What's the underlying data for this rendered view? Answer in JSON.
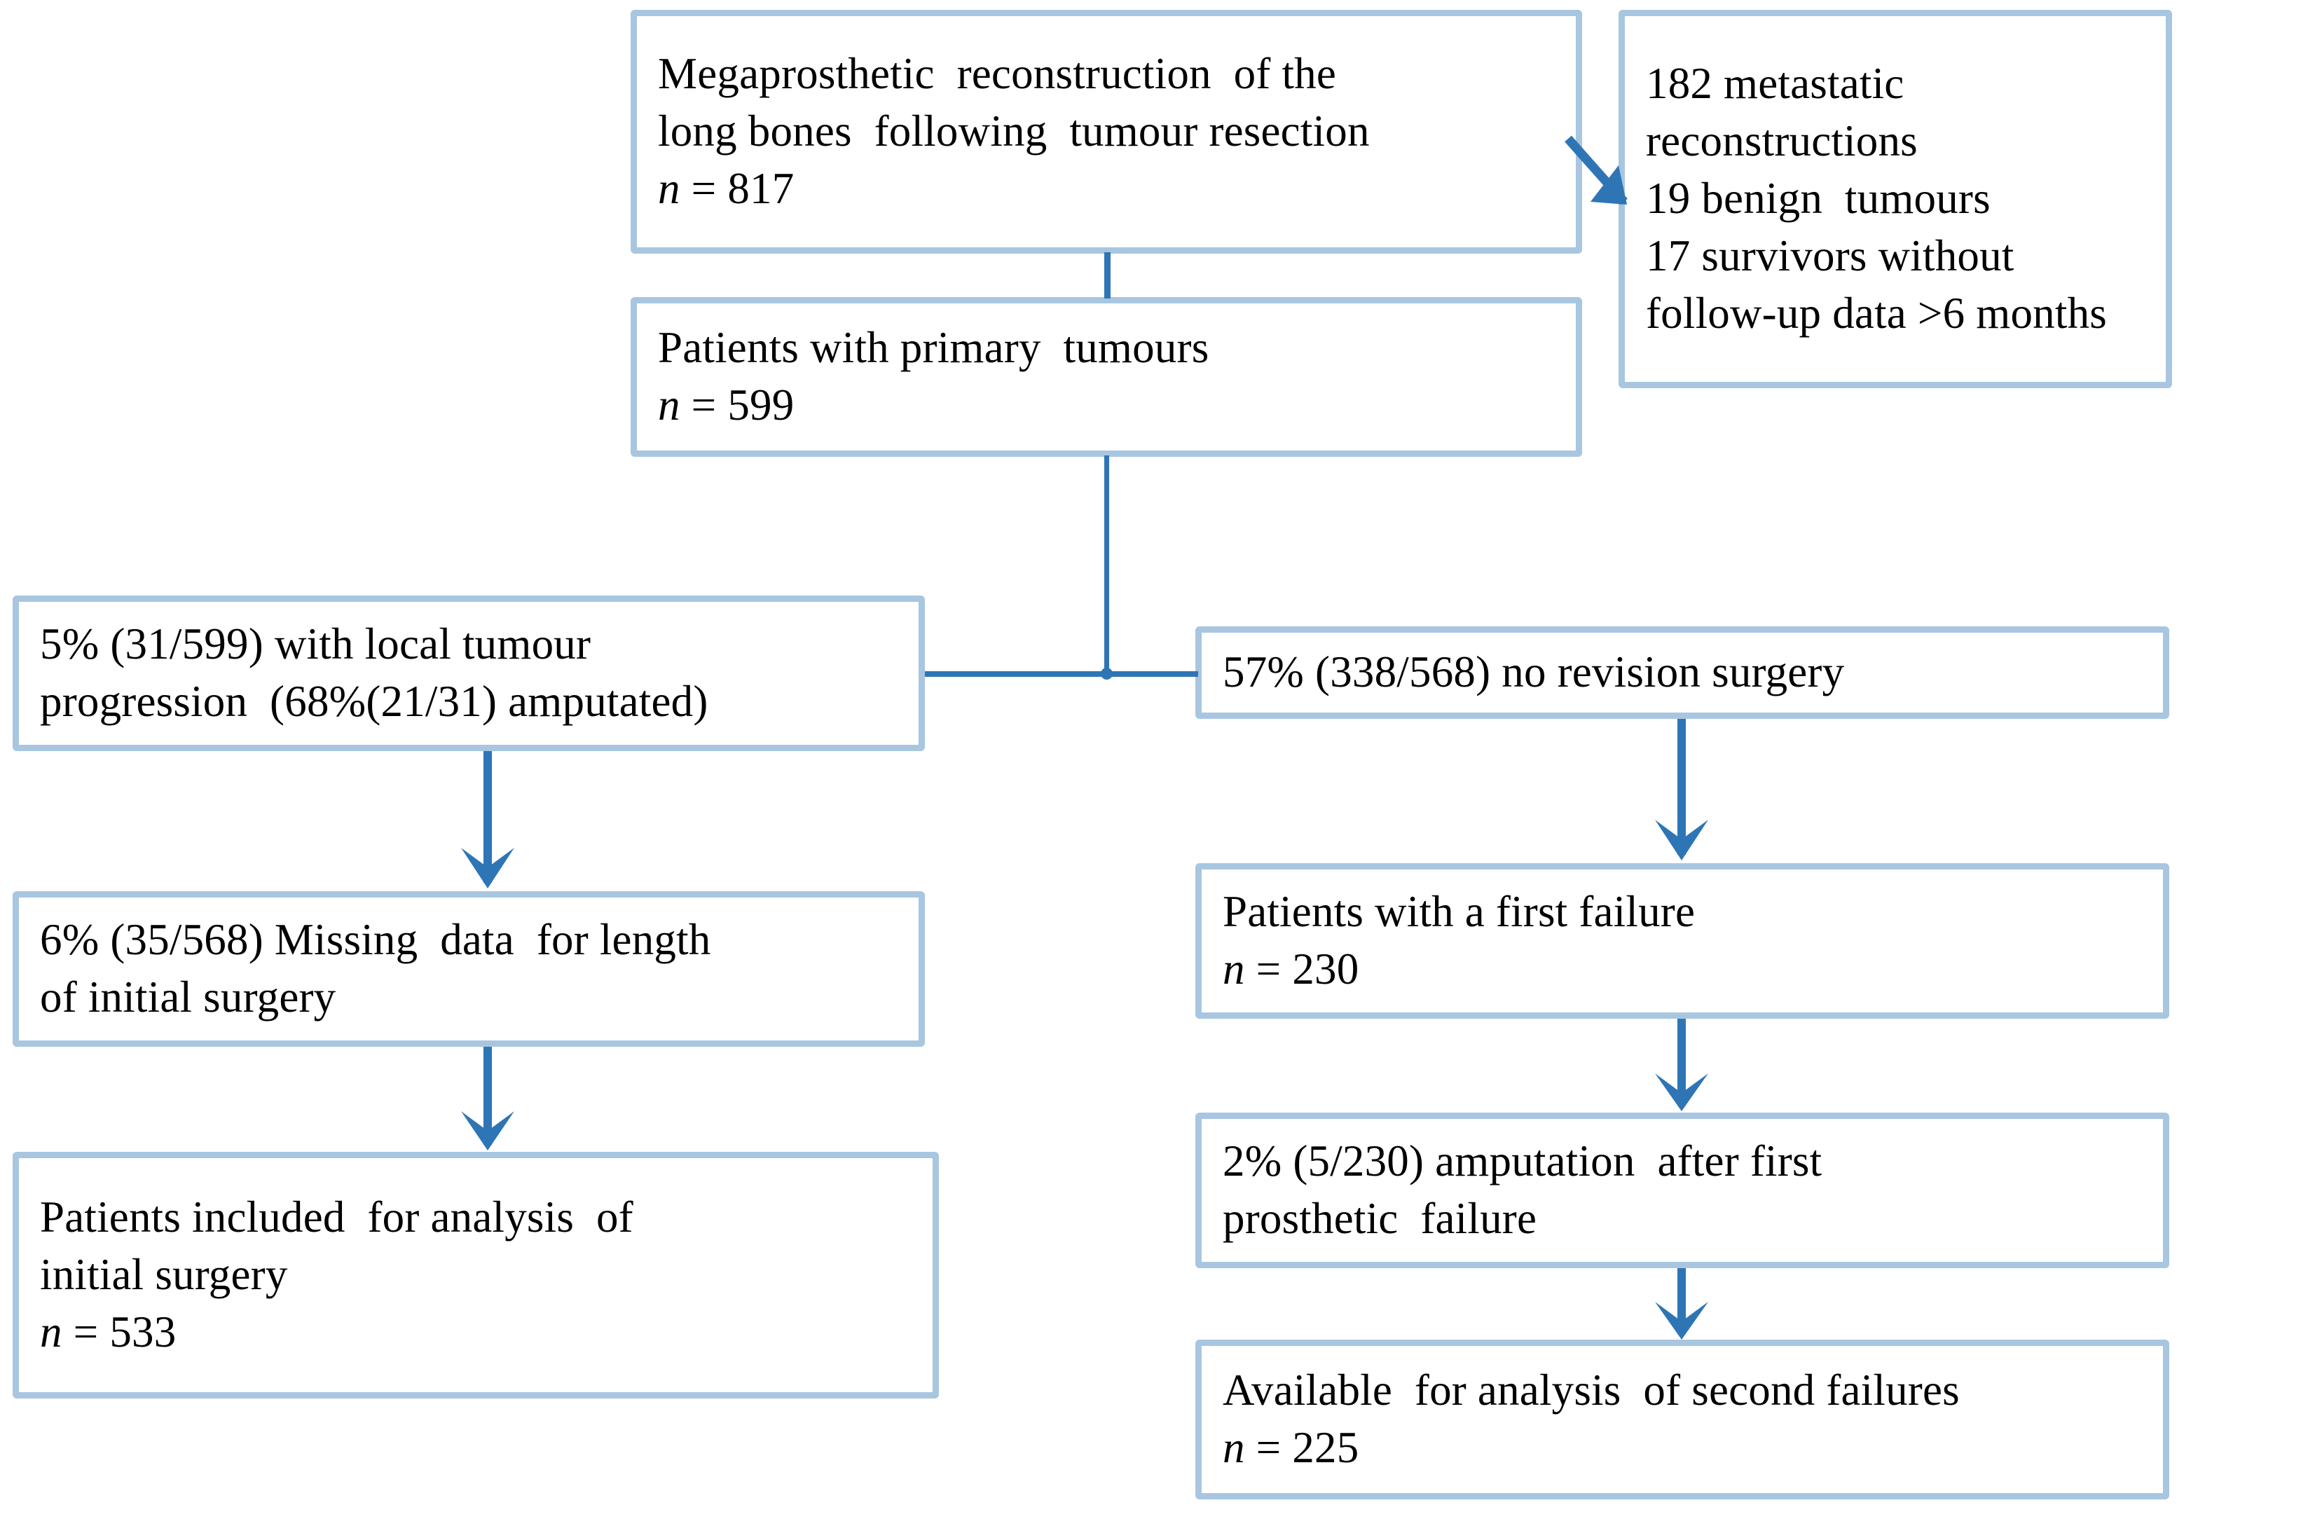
{
  "figure": {
    "type": "flowchart",
    "title": "Patient selection flow diagram for megaprosthetic reconstruction study",
    "accent_color": "#2e75b6",
    "box_border_color": "#a8c6e0",
    "background_color": "#ffffff"
  },
  "boxes": {
    "cohort_total": {
      "lines": [
        "Megaprosthetic  reconstruction  of the",
        "long bones  following  tumour resection"
      ],
      "count_label": "n",
      "count_value": "= 817"
    },
    "exclusions": {
      "lines": [
        "182 metastatic",
        "reconstructions",
        "19 benign  tumours",
        "17 survivors without",
        "follow-up data >6 months"
      ]
    },
    "primary_tumours": {
      "lines": [
        "Patients with primary  tumours"
      ],
      "count_label": "n",
      "count_value": "= 599"
    },
    "local_progression": {
      "lines": [
        "5% (31/599) with local tumour",
        "progression  (68%(21/31) amputated)"
      ]
    },
    "no_revision": {
      "lines": [
        "57% (338/568) no revision surgery"
      ]
    },
    "missing_data": {
      "lines": [
        "6% (35/568) Missing  data  for length",
        "of initial surgery"
      ]
    },
    "first_failure": {
      "lines": [
        "Patients with a first failure"
      ],
      "count_label": "n",
      "count_value": "= 230"
    },
    "included_initial": {
      "lines": [
        "Patients included  for analysis  of",
        "initial surgery"
      ],
      "count_label": "n",
      "count_value": "= 533"
    },
    "amputation_first_failure": {
      "lines": [
        "2% (5/230) amputation  after first",
        "prosthetic  failure"
      ]
    },
    "second_failures": {
      "lines": [
        "Available  for analysis  of second failures"
      ],
      "count_label": "n",
      "count_value": "= 225"
    }
  },
  "connectors": [
    {
      "name": "cohort-to-exclusions",
      "style": "diagonal-arrow"
    },
    {
      "name": "cohort-to-primary",
      "style": "straight-line"
    },
    {
      "name": "primary-to-split",
      "style": "tee"
    },
    {
      "name": "split-to-local-progression",
      "style": "horizontal-line"
    },
    {
      "name": "split-to-no-revision",
      "style": "horizontal-line"
    },
    {
      "name": "local-progression-to-missing-data",
      "style": "down-arrow"
    },
    {
      "name": "missing-data-to-included-initial",
      "style": "down-arrow"
    },
    {
      "name": "no-revision-to-first-failure",
      "style": "down-arrow"
    },
    {
      "name": "first-failure-to-amputation",
      "style": "down-arrow"
    },
    {
      "name": "amputation-to-second-failures",
      "style": "down-arrow"
    }
  ]
}
